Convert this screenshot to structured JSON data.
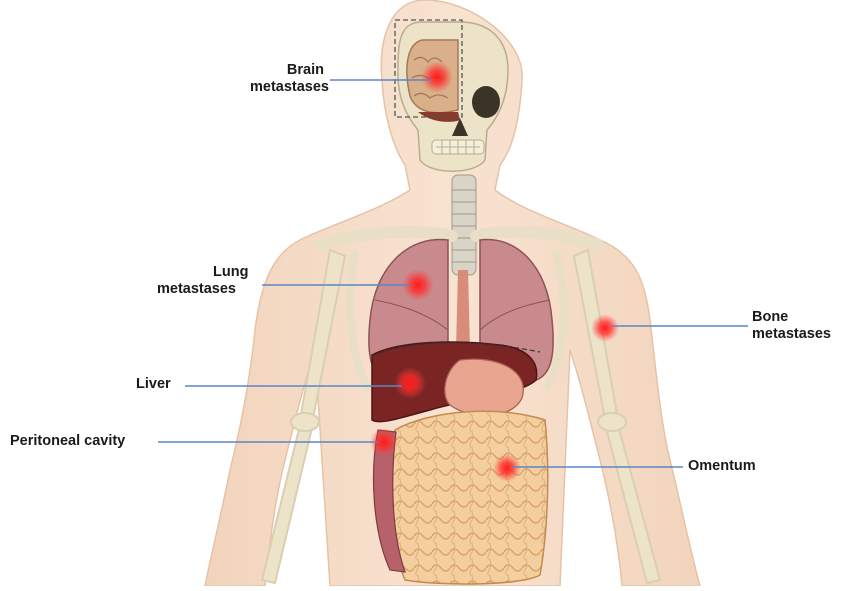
{
  "annotations": {
    "brain": {
      "line1": "Brain",
      "line2": "metastases"
    },
    "lung": {
      "line1": "Lung",
      "line2": "metastases"
    },
    "bone": {
      "line1": "Bone",
      "line2": "metastases"
    },
    "liver": {
      "label": "Liver"
    },
    "peritoneal": {
      "label": "Peritoneal cavity"
    },
    "omentum": {
      "label": "Omentum"
    }
  },
  "colors": {
    "leader_line": "#5b86c9",
    "metastasis_spot": "#ff2a2a",
    "skin": "#f5dcc6",
    "bone": "#e9dfc6",
    "lung": "#c98a8e",
    "liver": "#7a2424",
    "omentum": "#f0c896"
  },
  "icons": [
    "human-torso-illustration",
    "metastasis-spot"
  ]
}
